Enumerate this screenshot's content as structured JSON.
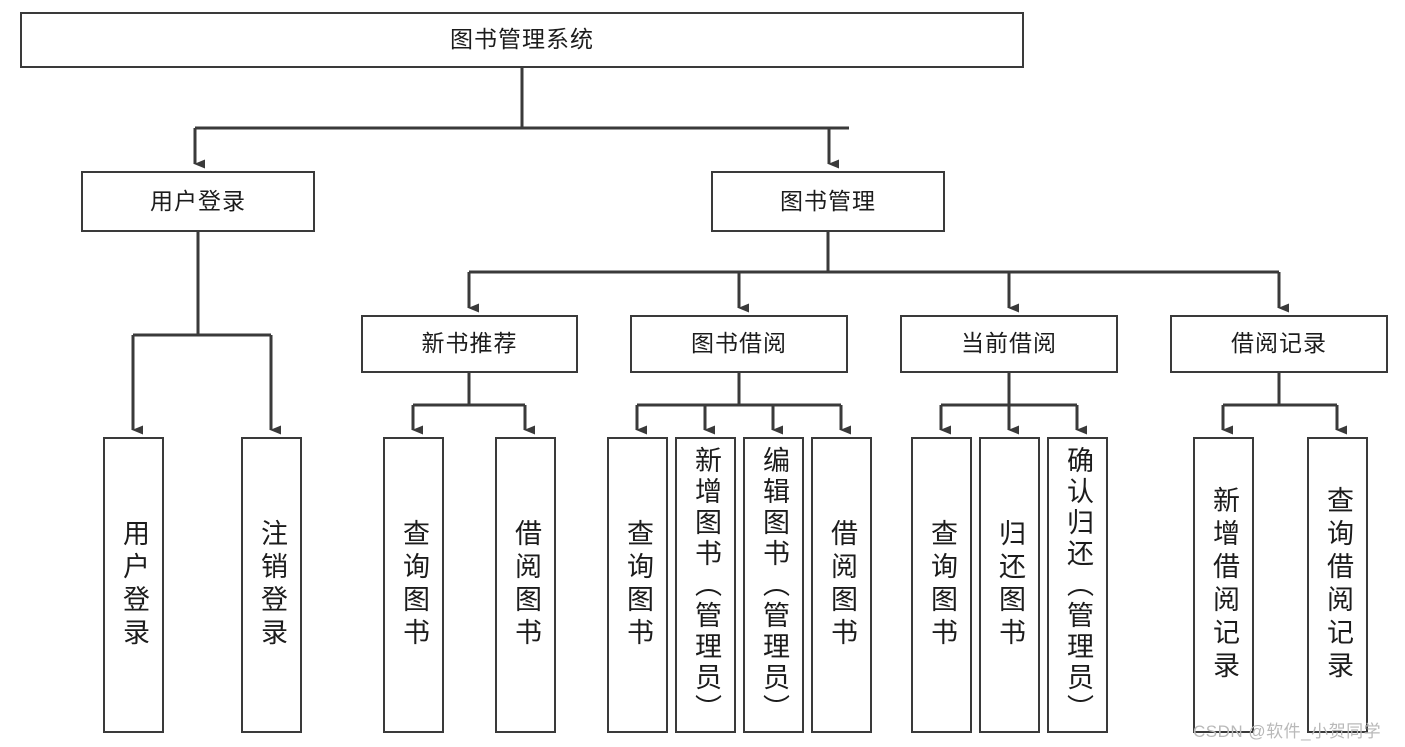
{
  "diagram": {
    "type": "hierarchy-tree",
    "title": "图书管理系统",
    "orientation": "top-down",
    "levels": 4,
    "nodes": {
      "root": {
        "label": "图书管理系统"
      },
      "level2": [
        {
          "id": "user-login",
          "label": "用户登录"
        },
        {
          "id": "book-management",
          "label": "图书管理"
        }
      ],
      "level3": [
        {
          "id": "new-book-recommend",
          "label": "新书推荐",
          "parent": "book-management"
        },
        {
          "id": "book-borrow",
          "label": "图书借阅",
          "parent": "book-management"
        },
        {
          "id": "current-borrow",
          "label": "当前借阅",
          "parent": "book-management"
        },
        {
          "id": "borrow-record",
          "label": "借阅记录",
          "parent": "book-management"
        }
      ],
      "leaves": [
        {
          "id": "leaf-user-login",
          "label": "用户登录",
          "parent": "user-login"
        },
        {
          "id": "leaf-logout-login",
          "label": "注销登录",
          "parent": "user-login"
        },
        {
          "id": "leaf-query-book-1",
          "label": "查询图书",
          "parent": "new-book-recommend"
        },
        {
          "id": "leaf-borrow-book-1",
          "label": "借阅图书",
          "parent": "new-book-recommend"
        },
        {
          "id": "leaf-query-book-2",
          "label": "查询图书",
          "parent": "book-borrow"
        },
        {
          "id": "leaf-add-book",
          "label": "新增图书（管理员）",
          "parent": "book-borrow"
        },
        {
          "id": "leaf-edit-book",
          "label": "编辑图书（管理员）",
          "parent": "book-borrow"
        },
        {
          "id": "leaf-borrow-book-2",
          "label": "借阅图书",
          "parent": "book-borrow"
        },
        {
          "id": "leaf-query-book-3",
          "label": "查询图书",
          "parent": "current-borrow"
        },
        {
          "id": "leaf-return-book",
          "label": "归还图书",
          "parent": "current-borrow"
        },
        {
          "id": "leaf-confirm-return",
          "label": "确认归还（管理员）",
          "parent": "current-borrow"
        },
        {
          "id": "leaf-add-record",
          "label": "新增借阅记录",
          "parent": "borrow-record"
        },
        {
          "id": "leaf-query-record",
          "label": "查询借阅记录",
          "parent": "borrow-record"
        }
      ]
    },
    "colors": {
      "border": "#3a3a3a",
      "text": "#1c1c1c",
      "background": "#ffffff",
      "edge": "#3a3a3a",
      "watermark": "#b9b9b9"
    }
  },
  "watermark": {
    "text": "CSDN @软件_小贺同学"
  }
}
